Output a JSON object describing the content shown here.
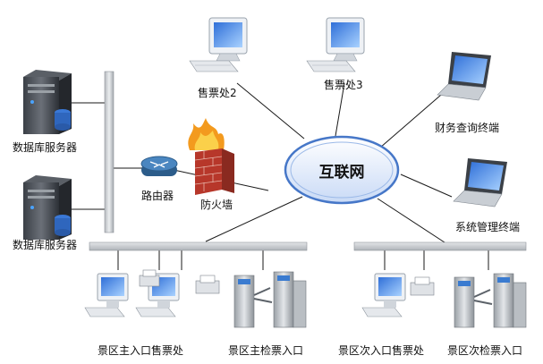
{
  "diagram": {
    "hub_label": "互联网",
    "nodes": {
      "ticket_office_2": "售票处2",
      "ticket_office_3": "售票处3",
      "finance_terminal": "财务查询终端",
      "system_terminal": "系统管理终端",
      "db_server_1": "数据库服务器",
      "db_server_2": "数据库服务器",
      "router": "路由器",
      "firewall": "防火墙",
      "main_entrance_ticket_office": "景区主入口售票处",
      "main_ticket_check": "景区主检票入口",
      "secondary_entrance_ticket_office": "景区次入口售票处",
      "secondary_ticket_check": "景区次检票入口"
    },
    "colors": {
      "line": "#1a1a1a",
      "bus": "#c8ccd0",
      "hub_fill": "#dde8fb",
      "hub_stroke": "#4677c8"
    },
    "icons": [
      "desktop-computer-icon",
      "laptop-icon",
      "server-icon",
      "router-icon",
      "firewall-icon",
      "printer-icon",
      "turnstile-icon",
      "globe-hub-icon"
    ]
  }
}
